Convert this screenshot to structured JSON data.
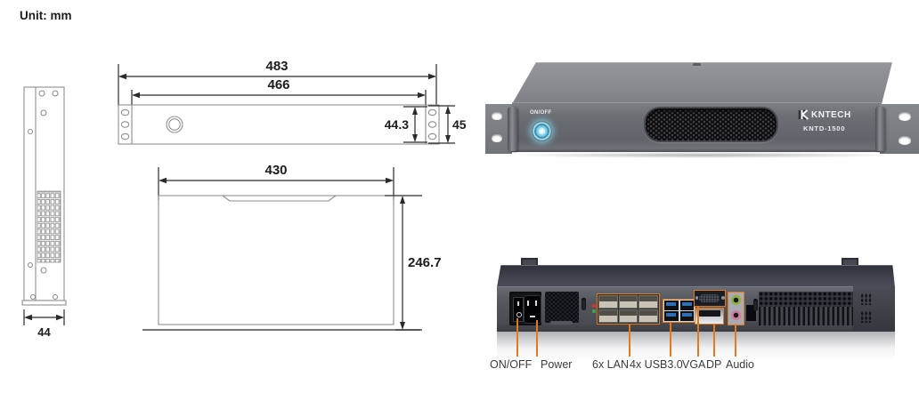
{
  "unit_label": "Unit: mm",
  "accent_color": "#E2791F",
  "drawings": {
    "side_view": {
      "width_dim": "44"
    },
    "front_view": {
      "total_width_dim": "483",
      "body_width_dim": "466",
      "body_height_dim": "44.3",
      "bracket_height_dim": "45"
    },
    "top_view": {
      "width_dim": "430",
      "depth_dim": "246.7"
    }
  },
  "front_render": {
    "power_button_label": "ON/OFF",
    "brand_logo": "KNTECH",
    "model": "KNTD-1500",
    "glow_color": "#8FD8EA"
  },
  "rear_render": {
    "port_labels": [
      "ON/OFF",
      "Power",
      "6x LAN",
      "4x USB3.0",
      "VGA",
      "DP",
      "Audio"
    ]
  }
}
